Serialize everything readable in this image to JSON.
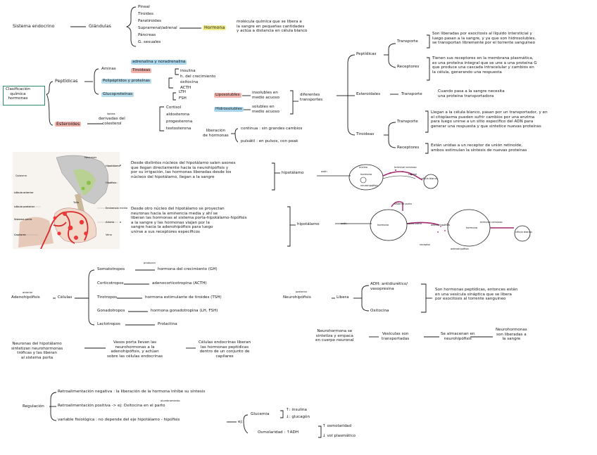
{
  "colors": {
    "hormona_hl": "#f3ee8a",
    "box_border": "#2a8a6a",
    "amine_hl": "#a9d7ee",
    "peptide_hl": "#b7dceb",
    "steroid_hl": "#f1b3ac",
    "lipo_hl": "#f1b3ac",
    "hidro_hl": "#a9d7ee",
    "tiro_hl": "#f1b3ac"
  },
  "sec1": {
    "sistema": "Sistema endocrino",
    "glandulas": "Glándulas",
    "glands": [
      "Pineal",
      "Tiroides",
      "Paratiroides",
      "Suprarrenal/adrenal",
      "Páncreas",
      "G. sexuales"
    ],
    "hormona_label": "Hormona",
    "hormona_def": "molécula química que se libera a\nla sangre en pequeñas cantidades\ny actúa a distancia en célula blanco"
  },
  "sec2": {
    "clasif": "Clasificación\nquímica\nhormonas",
    "peptidicas": "Peptídicas",
    "esteroides": "Esteroides",
    "aminas": "Aminas",
    "amines_items": [
      "adrenalina y noradrenalina",
      "Tiroideas"
    ],
    "polipeptidos": "Polipéptidos y proteínas",
    "poly_items": [
      "insulina",
      "h. del crecimiento",
      "oxitocina",
      "ACTH"
    ],
    "glucoproteinas": "Glucoproteínas",
    "gluco_items": [
      "LTH",
      "FSH"
    ],
    "derivadas_note": "lípidos",
    "derivadas": "derivadas del\ncolesterol",
    "steroid_items": [
      "Cortisol",
      "aldosterona",
      "progesterona",
      "testosterona"
    ]
  },
  "sec3": {
    "liposolubles": "Liposolubles",
    "lipo_desc": "insolubles en\nmedio acuoso",
    "hidrosolubles": "Hidrosolubles",
    "hidro_desc": "solubles en\nmedio acuoso",
    "diferentes": "diferentes\ntransportes",
    "liberacion": "liberación\nde hormonas",
    "continua": "continua : sin grandes cambios",
    "pulsatil": "pulsátil : en pulsos, con peak"
  },
  "sec4": {
    "peptidicas": "Peptídicas",
    "transporte": "Transporte",
    "pep_trans_text": "Son liberadas por exocitosis al líquido intersticial y\nluego pasan a la sangre, y ya que son hidrosolubles,\nse transportan libremente por el torrente sanguíneo",
    "receptores": "Receptores",
    "pep_rec_text": "Tienen sus receptores en la membrana plasmática,\nes una proteína integral que se une a una proteína G\nque produce una cascada intracelular y cambios en\nla célula, generando una respuesta",
    "esteroidales": "Esteroidales",
    "est_trans_text": "Cuando pasa a la sangre necesita\nuna proteína transportadora",
    "tiroideas": "Tiroideas",
    "tir_trans_text": "Llegan a la célula blanco, pasan por un transportador, y en\nel citoplasma pueden sufrir cambios por una enzima\npara luego unirse a un sitio específico del ADN para\ngenerar una respuesta y que sintetice nuevas proteínas",
    "tir_rec_text": "Están unidas a un receptor de unión retinoide,\nambos estimulan la síntesis de nuevas proteínas"
  },
  "sec5": {
    "illus_labels": [
      "Hipotálamo",
      "Hipófisis",
      "Eminencia media",
      "Arteria",
      "Vena",
      "Lóbulo anterior",
      "Lóbulo posterior",
      "Sistema porta",
      "Capilares",
      "Neuronas",
      "Tallo",
      "Quiasma"
    ],
    "desc1": "Desde distintos núcleos del hipotálamo salen axones\nque llegan directamente hacia la neurohipófisis y\npor su irrigación, las hormonas liberadas desde los\nnúcleos del hipotálamo, llegan a la sangre",
    "hipotalamo": "hipotálamo",
    "desc2": "Desde otro núcleo del hipotálamo se proyectan\nneuronas hacia la eminencia media y ahí se\nliberan las hormonas al sistema porta-hipotálamo-hipófisis\na la sangre y las hormonas viajan por la\nsangre hacia la adenohipófisis para luego\nunirse a sus receptores específicos",
    "d1_labels": [
      "axón",
      "hormona",
      "terminal nervioso",
      "neurohipófisis",
      "célula blanco",
      "núcleo",
      "capilar"
    ],
    "d2_labels": [
      "sistema porta",
      "axón",
      "hormona",
      "vasos porta",
      "adeno-hipófisis",
      "hormona",
      "terminal nervioso",
      "célula blanco",
      "receptor",
      "adenohipófisis"
    ]
  },
  "sec6": {
    "adeno_sup": "anterior",
    "adeno": "Adenohipófisis",
    "celulas": "Células",
    "cells": [
      {
        "cell": "Somatotropos",
        "hormone": "hormona del crecimiento (GH)"
      },
      {
        "cell": "Corticotropos",
        "hormone": "adenocorticotropina (ACTH)"
      },
      {
        "cell": "Tirotropos",
        "hormone": "hormona estimulante de tiroides (TSH)"
      },
      {
        "cell": "Gonadotropos",
        "hormone": "hormona gonadotropina (LH, FSH)"
      },
      {
        "cell": "Lactotropos",
        "hormone": "Prolactina"
      }
    ],
    "produce_note": "producen",
    "neuro_sup": "posterior",
    "neuro": "Neurohipófisis",
    "libera": "Libera",
    "adh": "ADH: antidiurético/\nvasopresina",
    "oxitocina": "Oxitocina",
    "neuro_desc": "Son hormonas peptídicas, entonces están\nen una vesícula sináptica que se libera\npor exocitosis al torrente sanguíneo"
  },
  "sec7": {
    "neuronas": "Neuronas del hipotálamo\nsintetizan neurohormonas\ntróficas y las liberan\nal sistema porta",
    "vasos": "Vasos porta llevan las\nneurohormonas a la\nadenohipófisis, y actúan\nsobre las células endocrinas",
    "celulas_end": "Células endocrinas liberan\nlas hormonas peptídicas\ndentro de un conjunto de\ncapilares",
    "neurohormona": "Neurohormona se\nsintetiza y empaca\nen cuerpo neuronal",
    "vesiculas": "Vesículas son\ntransportadas",
    "almacenan": "Se almacenan en\nneurohipófisis",
    "liberadas": "Neurohormonas\nson liberadas a\nla sangre"
  },
  "sec8": {
    "regulacion": "Regulación",
    "neg": "Retroalimentación negativa : la liberación de la hormona inhibe su síntesis",
    "pos_note": "alumbramiento",
    "pos": "Retroalimentación positiva -> ej: Oxitocina en el parto",
    "variable": "variable fisiológica : no depende del eje hipotálamo - hipófisis",
    "ej": "ej:",
    "glucemia": "Glucemia",
    "gluc_up": "↑: insulina",
    "gluc_down": "↓: glucagón",
    "osmolaridad": "Osmolaridad : ↑ADH",
    "osm_up": "↑ osmolaridad",
    "osm_down": "↓ vol plasmático"
  }
}
